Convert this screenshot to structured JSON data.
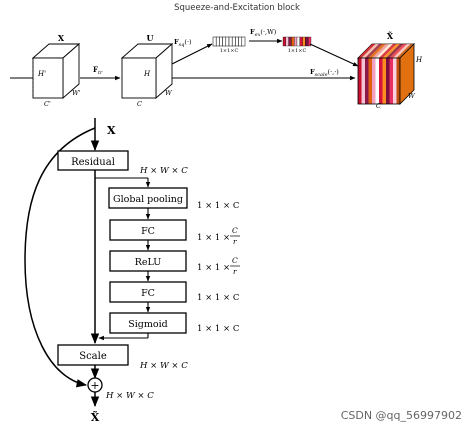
{
  "top": {
    "title": "Squeeze-and-Excitation block",
    "x_label": "X",
    "u_label": "U",
    "xtilde_label": "X̃",
    "h1": "H'",
    "w1": "W'",
    "c1": "C'",
    "h2": "H",
    "w2": "W",
    "c2": "C",
    "h3": "H",
    "w3": "W",
    "c3": "C",
    "ftr": "F",
    "ftr_sub": "tr",
    "fsq": "F",
    "fsq_sub": "sq",
    "fsq_arg": "(·)",
    "fex": "F",
    "fex_sub": "ex",
    "fex_arg": "(·,W)",
    "fscale": "F",
    "fscale_sub": "scale",
    "fscale_arg": "(·,·)",
    "dim_sq": "1×1×C",
    "dim_ex": "1×1×C"
  },
  "bottom": {
    "input": "X",
    "output": "X̃",
    "residual": "Residual",
    "global_pooling": "Global pooling",
    "fc1": "FC",
    "relu": "ReLU",
    "fc2": "FC",
    "sigmoid": "Sigmoid",
    "scale": "Scale",
    "plus": "+",
    "dim_residual": "H × W × C",
    "dim_pool": "1 × 1 × C",
    "dim_fc1_prefix": "1 × 1 ×",
    "dim_fc1_num": "C",
    "dim_fc1_den": "r",
    "dim_relu_prefix": "1 × 1 ×",
    "dim_relu_num": "C",
    "dim_relu_den": "r",
    "dim_fc2": "1 × 1 × C",
    "dim_sigmoid": "1 × 1 × C",
    "dim_scale": "H × W × C",
    "dim_sum": "H × W × C"
  },
  "watermark": "CSDN @qq_56997902",
  "colors": {
    "stripes": [
      "#c8102e",
      "#f5c2d6",
      "#8b1a4a",
      "#e06010",
      "#f0a0c0",
      "#ffffff",
      "#d4143c",
      "#ff8c20",
      "#7a1040",
      "#e83060",
      "#ffd0e0",
      "#c05010"
    ],
    "cube_front": "#e8902a",
    "cube_top": "#f0b060",
    "cube_side": "#e07010"
  }
}
